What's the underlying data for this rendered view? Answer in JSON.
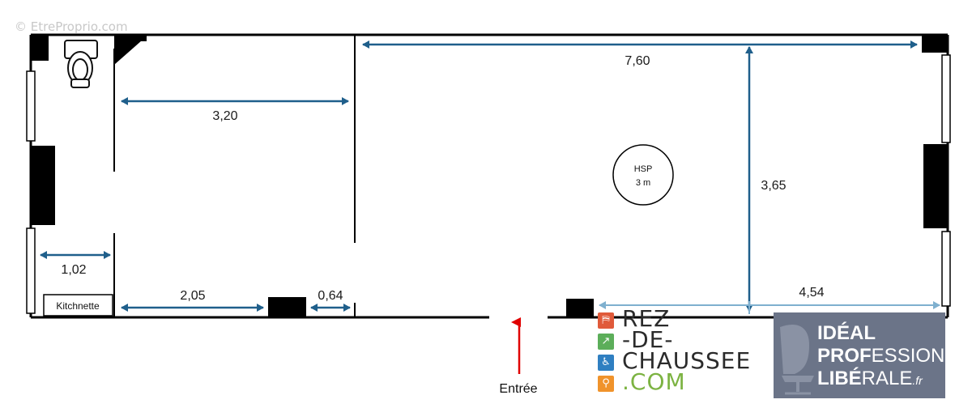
{
  "watermark": "© EtreProprio.com",
  "plan": {
    "dimensions": {
      "main_width": "7,60",
      "room_width": "3,20",
      "main_height": "3,65",
      "kitchen_width": "1,02",
      "bottom_left": "2,05",
      "bottom_small": "0,64",
      "bottom_right": "4,54"
    },
    "labels": {
      "kitchenette": "Kitchnette",
      "hsp_title": "HSP",
      "hsp_value": "3 m",
      "entrance": "Entrée"
    },
    "colors": {
      "walls": "#000000",
      "dimension_lines": "#1f5f8b",
      "dimension_light": "#7fb0cf",
      "entrance_arrow": "#e00000"
    },
    "icons": [
      "toilet-icon",
      "entrance-arrow-icon"
    ]
  },
  "logos": {
    "rez_de_chaussee": {
      "lines": [
        "REZ",
        "-DE-",
        "CHAUSSEE",
        ".COM"
      ],
      "square_colors": [
        "#e05a3a",
        "#5cae5a",
        "#2f7fc1",
        "#f0932b"
      ]
    },
    "ideal_profession_liberale": {
      "lines": [
        "IDÉAL",
        "PROF",
        "ESSION",
        "LIBÉ",
        "RALE",
        ".fr"
      ],
      "background": "#6b7488"
    }
  }
}
